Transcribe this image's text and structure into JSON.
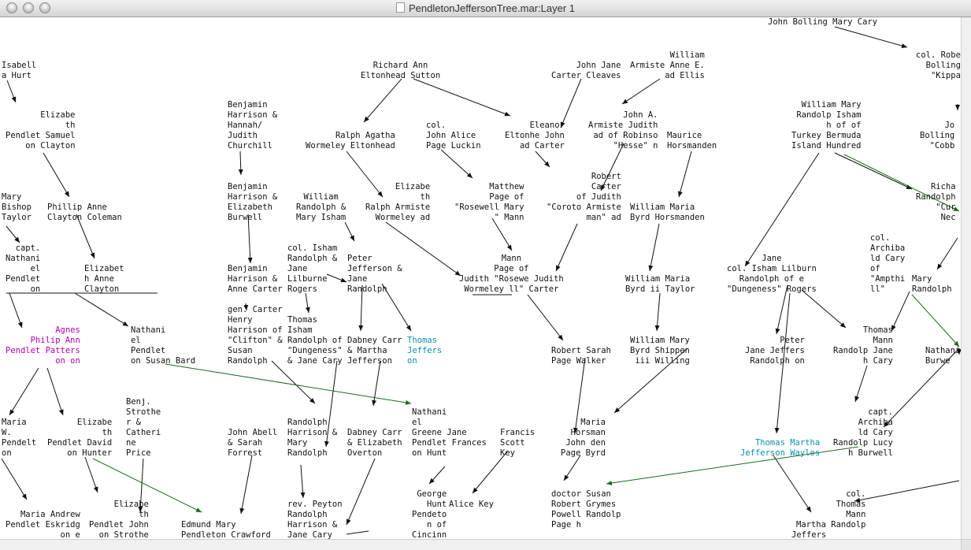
{
  "window": {
    "title": "PendletonJeffersonTree.mar:Layer 1",
    "controls": [
      "close-button",
      "minimize-button",
      "zoom-button"
    ]
  },
  "colors": {
    "line": "#111111",
    "green_line": "#1a6b1a",
    "purple": "#b000b0",
    "teal": "#0b8ea8"
  },
  "nodes": [
    {
      "id": "n1",
      "lines": [
        "John Bolling Mary Cary"
      ]
    },
    {
      "id": "n2",
      "lines": [
        "col. Robe",
        "Bolling",
        "\"Kippa"
      ]
    },
    {
      "id": "n3",
      "lines": [
        "Isabell",
        "a Hurt"
      ]
    },
    {
      "id": "n4",
      "lines": [
        "Richard Ann",
        "Eltonhead Sutton"
      ]
    },
    {
      "id": "n5",
      "lines": [
        "John Jane",
        "Carter Cleaves"
      ]
    },
    {
      "id": "n6",
      "lines": [
        "William",
        "Armiste Anne E.",
        "ad Ellis"
      ]
    },
    {
      "id": "n7",
      "lines": [
        "Elizabe",
        "th",
        "Pendlet Samuel",
        "on Clayton"
      ]
    },
    {
      "id": "n8",
      "lines": [
        "Benjamin",
        "Harrison &",
        "Hannah/",
        "Judith",
        "Churchill"
      ]
    },
    {
      "id": "n9",
      "lines": [
        "John A.",
        "Armiste Judith",
        "ad of Robinso",
        "\"Hesse\" n"
      ]
    },
    {
      "id": "n10",
      "lines": [
        "William Mary",
        "Randolp Isham",
        "h of of",
        "Turkey Bermuda",
        "Island Hundred"
      ]
    },
    {
      "id": "n11",
      "lines": [
        "Jo",
        "Bolling",
        "\"Cobb"
      ]
    },
    {
      "id": "n12",
      "lines": [
        "col.",
        "John Alice",
        "Page Luckin"
      ]
    },
    {
      "id": "n13",
      "lines": [
        "Eleanor",
        "Eltonhe John",
        "ad Carter"
      ]
    },
    {
      "id": "n14",
      "lines": [
        "Ralph Agatha",
        "Wormeley Eltonhead"
      ]
    },
    {
      "id": "n15",
      "lines": [
        "Maurice",
        "Horsmanden"
      ]
    },
    {
      "id": "n16",
      "lines": [
        "Benjamin",
        "Harrison &",
        "Elizabeth",
        "Burwell"
      ]
    },
    {
      "id": "n17",
      "lines": [
        "Robert",
        "Carter",
        "of Judith",
        "\"Coroto Armiste",
        "man\" ad"
      ]
    },
    {
      "id": "n18",
      "lines": [
        "Elizabe",
        "th",
        "Ralph Armiste",
        "Wormeley ad"
      ]
    },
    {
      "id": "n19",
      "lines": [
        "Matthew",
        "Page of",
        "\"Rosewell Mary",
        "\" Mann"
      ]
    },
    {
      "id": "n20",
      "lines": [
        "William",
        "Randolph &",
        "Mary Isham"
      ]
    },
    {
      "id": "n21",
      "lines": [
        "Mary",
        "Bishop",
        "Taylor"
      ]
    },
    {
      "id": "n22",
      "lines": [
        "Phillip Anne",
        "Clayton Coleman"
      ]
    },
    {
      "id": "n23",
      "lines": [
        "William Maria",
        "Byrd Horsmanden"
      ]
    },
    {
      "id": "n24",
      "lines": [
        "Richa",
        "Randolph",
        "\"Cur",
        "Nec"
      ]
    },
    {
      "id": "n25",
      "lines": [
        "col.",
        "Archiba",
        "ld Cary",
        "of",
        "\"Ampthi",
        "ll\""
      ]
    },
    {
      "id": "n26",
      "lines": [
        "capt.",
        "Nathani",
        "el",
        "Pendlet",
        "on"
      ]
    },
    {
      "id": "n27",
      "lines": [
        "Elizabet",
        "h Anne",
        "Clayton"
      ]
    },
    {
      "id": "n28",
      "lines": [
        "Benjamin",
        "Harrison &",
        "Anne Carter"
      ]
    },
    {
      "id": "n29",
      "lines": [
        "col. Isham",
        "Randolph &",
        "Jane",
        "Lilburne",
        "Rogers"
      ]
    },
    {
      "id": "n30",
      "lines": [
        "Peter",
        "Jefferson &",
        "Jane",
        "Randolph"
      ]
    },
    {
      "id": "n31",
      "lines": [
        "Mann",
        "Page of",
        "Judith \"Rosewe Judith",
        "Wormeley ll\" Carter"
      ]
    },
    {
      "id": "n32",
      "lines": [
        "William Maria",
        "Byrd ii Taylor"
      ]
    },
    {
      "id": "n33",
      "lines": [
        "Jane",
        "col. Isham Lilburn",
        "Randolph of e",
        "\"Dungeness\" Rogers"
      ]
    },
    {
      "id": "n34",
      "lines": [
        "Mary",
        "Randolph"
      ]
    },
    {
      "id": "n35",
      "lines": [
        "gen. Carter",
        "Henry",
        "Harrison of",
        "\"Clifton\" &",
        "Susan",
        "Randolph"
      ]
    },
    {
      "id": "n36",
      "lines": [
        "Thomas",
        "Isham",
        "Randolph of",
        "\"Dungeness\"",
        "& Jane Cary"
      ]
    },
    {
      "id": "n37",
      "cls": "purple",
      "lines": [
        "Agnes",
        "Philip Ann",
        "Pendlet Patters",
        "on on"
      ]
    },
    {
      "id": "n38",
      "lines": [
        "Nathani",
        "el",
        "Pendlet",
        "on Susan Bard"
      ]
    },
    {
      "id": "n39",
      "lines": [
        "Dabney Carr",
        "& Martha",
        "Jefferson"
      ]
    },
    {
      "id": "n40",
      "cls": "teal",
      "lines": [
        "Thomas",
        "Jeffers",
        "on"
      ]
    },
    {
      "id": "n41",
      "lines": [
        "Robert Sarah",
        "Page Walker"
      ]
    },
    {
      "id": "n42",
      "lines": [
        "William Mary",
        "Byrd Shippen",
        "iii Willing"
      ]
    },
    {
      "id": "n43",
      "lines": [
        "Peter",
        "Jane Jeffers",
        "Randolph on"
      ]
    },
    {
      "id": "n44",
      "lines": [
        "Thomas",
        "Mann",
        "Randolp Jane",
        "h Cary"
      ]
    },
    {
      "id": "n45",
      "lines": [
        "Nathani",
        "Burwe"
      ]
    },
    {
      "id": "n46",
      "lines": [
        "Benj.",
        "Strothe",
        "r &",
        "Catheri",
        "ne",
        "Price"
      ]
    },
    {
      "id": "n47",
      "lines": [
        "Nathani",
        "el",
        "Greene Jane",
        "Pendlet Frances",
        "on Hunt"
      ]
    },
    {
      "id": "n48",
      "lines": [
        "Maria",
        "W.",
        "Pendelt",
        "on"
      ]
    },
    {
      "id": "n49",
      "lines": [
        "Elizabe",
        "th",
        "Pendlet David",
        "on Hunter"
      ]
    },
    {
      "id": "n50",
      "lines": [
        "John Abell",
        "& Sarah",
        "Forrest"
      ]
    },
    {
      "id": "n51",
      "lines": [
        "Randolph",
        "Harrison &",
        "Mary",
        "Randolph"
      ]
    },
    {
      "id": "n52",
      "lines": [
        "Dabney Carr",
        "& Elizabeth",
        "Overton"
      ]
    },
    {
      "id": "n53",
      "lines": [
        "Francis",
        "Scott",
        "Key"
      ]
    },
    {
      "id": "n54",
      "lines": [
        "Maria",
        "Horsman",
        "John den",
        "Page Byrd"
      ]
    },
    {
      "id": "n55",
      "cls": "teal",
      "lines": [
        "Thomas Martha",
        "Jefferson Wayles"
      ]
    },
    {
      "id": "n56",
      "lines": [
        "capt.",
        "Archiba",
        "ld Cary",
        "Randolp Lucy",
        "h Burwell"
      ]
    },
    {
      "id": "n57",
      "lines": [
        "George",
        "Hunt",
        "Pendeto",
        "n of",
        "Cincinn"
      ]
    },
    {
      "id": "n58",
      "lines": [
        "Alice Key"
      ]
    },
    {
      "id": "n59",
      "lines": [
        "doctor Susan",
        "Robert Grymes",
        "Powell Randolp",
        "Page h"
      ]
    },
    {
      "id": "n60",
      "lines": [
        "Maria Andrew",
        "Pendlet Eskridg",
        "on e"
      ]
    },
    {
      "id": "n61",
      "lines": [
        "Elizabe",
        "th",
        "Pendlet John",
        "on Strothe"
      ]
    },
    {
      "id": "n62",
      "lines": [
        "Edmund Mary",
        "Pendleton Crawford"
      ]
    },
    {
      "id": "n63",
      "lines": [
        "rev. Peyton",
        "Randolph",
        "Harrison &",
        "Jane Cary"
      ]
    },
    {
      "id": "n64",
      "lines": [
        "col.",
        "Thomas",
        "Mann",
        "Martha Randolp"
      ]
    },
    {
      "id": "n65",
      "lines": [
        "Jeffers"
      ]
    }
  ]
}
